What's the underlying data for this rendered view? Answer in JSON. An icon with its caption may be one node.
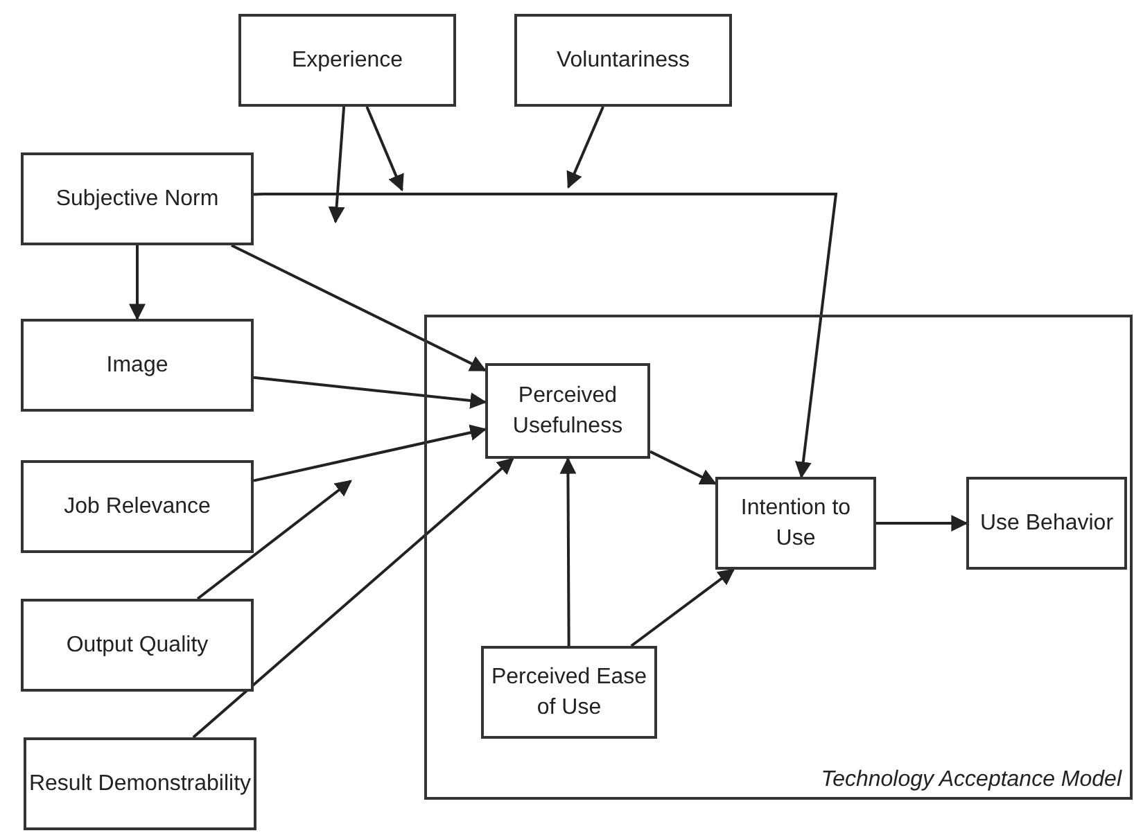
{
  "diagram": {
    "nodes": [
      {
        "text": [
          "Experience"
        ]
      },
      {
        "text": [
          "Voluntariness"
        ]
      },
      {
        "text": [
          "Subjective Norm"
        ]
      },
      {
        "text": [
          "Image"
        ]
      },
      {
        "text": [
          "Job Relevance"
        ]
      },
      {
        "text": [
          "Output Quality"
        ]
      },
      {
        "text": [
          "Result Demonstrability"
        ]
      },
      {
        "text": [
          "Technology Acceptance Model"
        ]
      },
      {
        "text": [
          "Perceived Usefulness"
        ],
        "in": 7
      },
      {
        "text": [
          "Intention to Use"
        ],
        "in": 7
      },
      {
        "text": [
          "Use Behavior"
        ],
        "in": 7
      },
      {
        "text": [
          "Perceived Ease of Use"
        ],
        "in": 7
      }
    ],
    "edges": [
      {
        "from": 2,
        "to": 8,
        "arrow": "to"
      },
      {
        "from": 2,
        "to": 9,
        "arrow": "to"
      },
      {
        "from": 2,
        "to": 3,
        "arrow": "to"
      },
      {
        "from": 3,
        "to": 8,
        "arrow": "to"
      },
      {
        "from": 4,
        "to": 8,
        "arrow": "to"
      },
      {
        "from": 6,
        "to": 8,
        "arrow": "to"
      },
      {
        "from": 5,
        "to": null,
        "arrow": "to"
      },
      {
        "from": 8,
        "to": 9,
        "arrow": "to"
      },
      {
        "from": 11,
        "to": 8,
        "arrow": "to"
      },
      {
        "from": 11,
        "to": 9,
        "arrow": "to"
      },
      {
        "from": 9,
        "to": 10,
        "arrow": "to"
      },
      {
        "from": 0,
        "to": null,
        "arrow": "to"
      },
      {
        "from": 0,
        "to": null,
        "arrow": "to"
      },
      {
        "from": 1,
        "to": null,
        "arrow": "to"
      }
    ]
  }
}
